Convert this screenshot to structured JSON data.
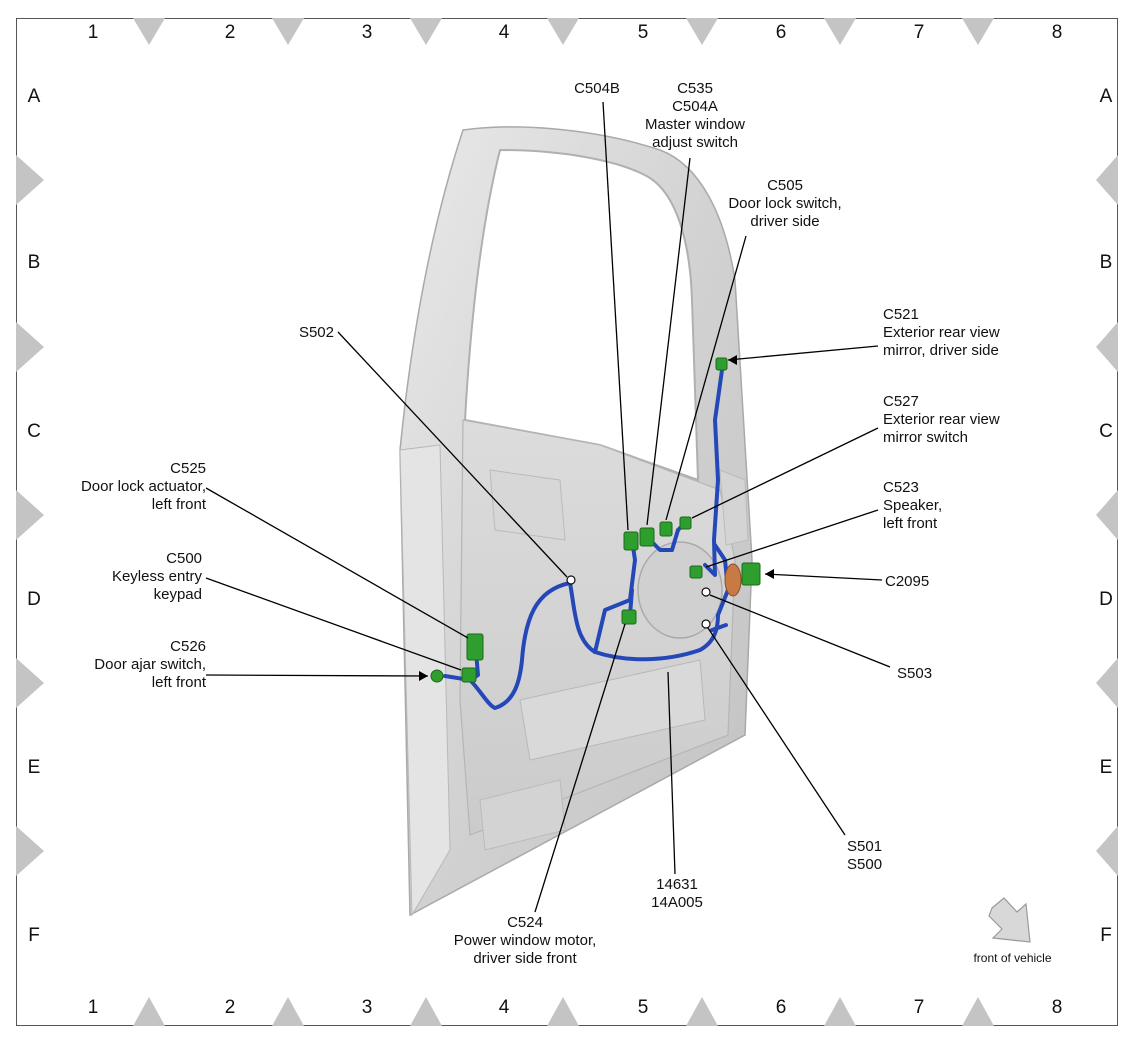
{
  "grid": {
    "columns": [
      "1",
      "2",
      "3",
      "4",
      "5",
      "6",
      "7",
      "8"
    ],
    "rows": [
      "A",
      "B",
      "C",
      "D",
      "E",
      "F"
    ]
  },
  "labels": {
    "c504b": "C504B",
    "c535": "C535\nC504A\nMaster window\nadjust switch",
    "c505": "C505\nDoor lock switch,\ndriver side",
    "s502": "S502",
    "c521": "C521\nExterior rear view\nmirror, driver side",
    "c527": "C527\nExterior rear view\nmirror switch",
    "c525": "C525\nDoor lock actuator,\nleft front",
    "c523": "C523\nSpeaker,\nleft front",
    "c500": "C500\nKeyless entry\nkeypad",
    "c2095": "C2095",
    "c526": "C526\nDoor ajar switch,\nleft front",
    "s503": "S503",
    "s501": "S501\nS500",
    "harness": "14631\n14A005",
    "c524": "C524\nPower window motor,\ndriver side front"
  },
  "orientation": {
    "label": "front of vehicle",
    "icon": "arrow-down-right-icon"
  },
  "colors": {
    "harness": "#2448b8",
    "connector": "#2e9e2e",
    "door": "#d6d6d6",
    "marker": "#c4c4c4",
    "speaker": "#c87a45"
  }
}
